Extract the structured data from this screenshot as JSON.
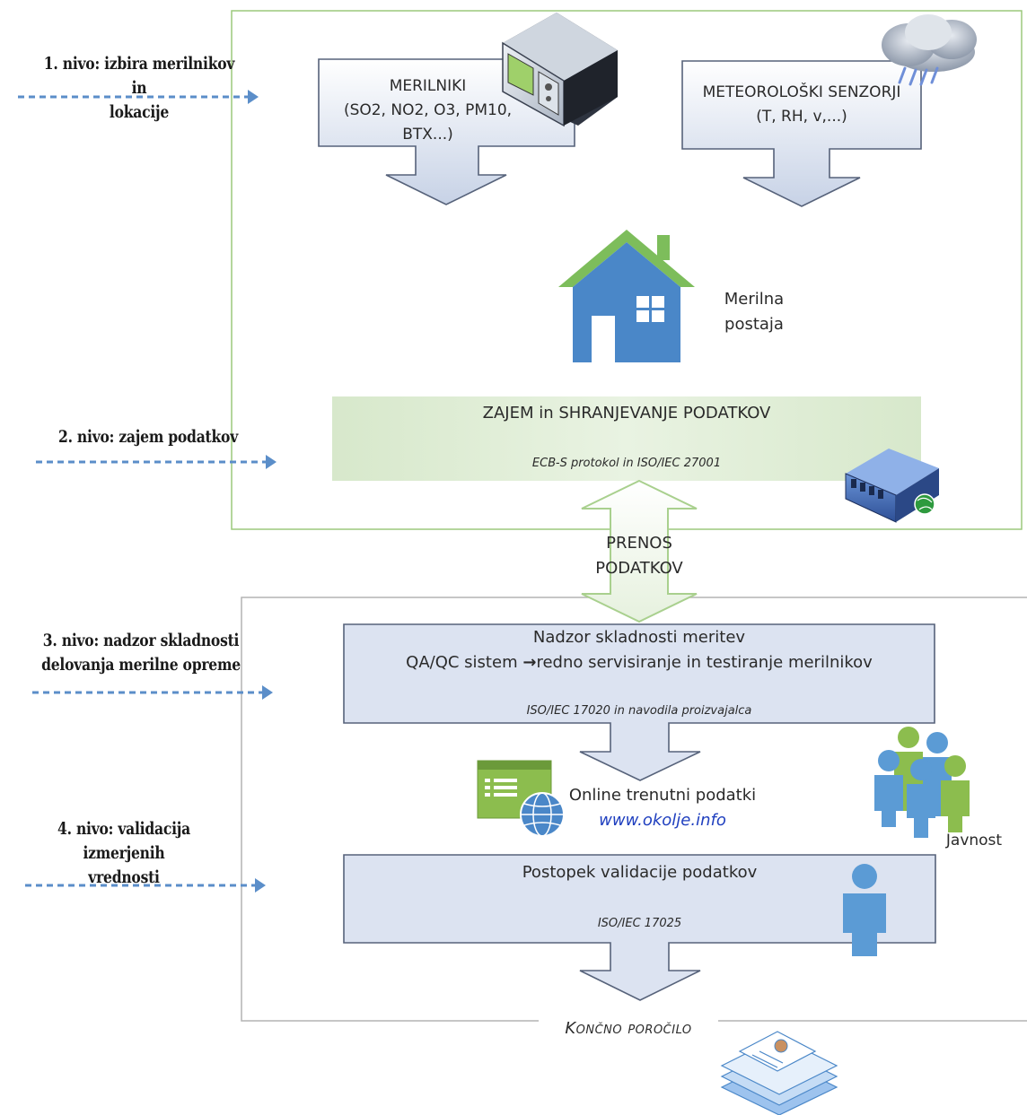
{
  "levels": {
    "l1_line1": "1. nivo: izbira merilnikov in",
    "l1_line2": "lokacije",
    "l2": "2. nivo: zajem podatkov",
    "l3_line1": "3. nivo: nadzor skladnosti",
    "l3_line2": "delovanja merilne opreme",
    "l4_line1": "4. nivo: validacija izmerjenih",
    "l4_line2": "vrednosti"
  },
  "station": {
    "meters_title": "MERILNIKI",
    "meters_line2": "(SO2, NO2, O3, PM10,",
    "meters_line3": "BTX...)",
    "meteo_title": "METEOROLOŠKI SENZORJI",
    "meteo_line2": "(T, RH, v,...)",
    "station_line1": "Merilna",
    "station_line2": "postaja",
    "acq_title": "ZAJEM in SHRANJEVANJE PODATKOV",
    "acq_sub": "ECB-S protokol in ISO/IEC 27001"
  },
  "transfer": {
    "line1": "PRENOS",
    "line2": "PODATKOV"
  },
  "control": {
    "qa_title": "Nadzor skladnosti meritev",
    "qa_line2_a": "QA/QC sistem",
    "qa_arrow": "→",
    "qa_line2_b": "redno servisiranje in testiranje merilnikov",
    "qa_sub": "ISO/IEC 17020 in navodila proizvajalca",
    "online_title": "Online trenutni podatki",
    "online_link": "www.okolje.info",
    "public": "Javnost",
    "validation_title": "Postopek validacije podatkov",
    "validation_sub": "ISO/IEC 17025",
    "final_report": "Končno poročilo"
  },
  "colors": {
    "green_border": "#9cc97c",
    "gray_border": "#b3b3b3",
    "box_fill": "#dce3f1",
    "box_border": "#56627a",
    "dashed_arrow": "#5b8ec9",
    "house": "#4a87c8",
    "roof": "#7dbd5b",
    "person_blue": "#5b9bd5",
    "person_green": "#8cbd4e",
    "acq_fill": "#e2efda",
    "link": "#1f3fbf"
  }
}
